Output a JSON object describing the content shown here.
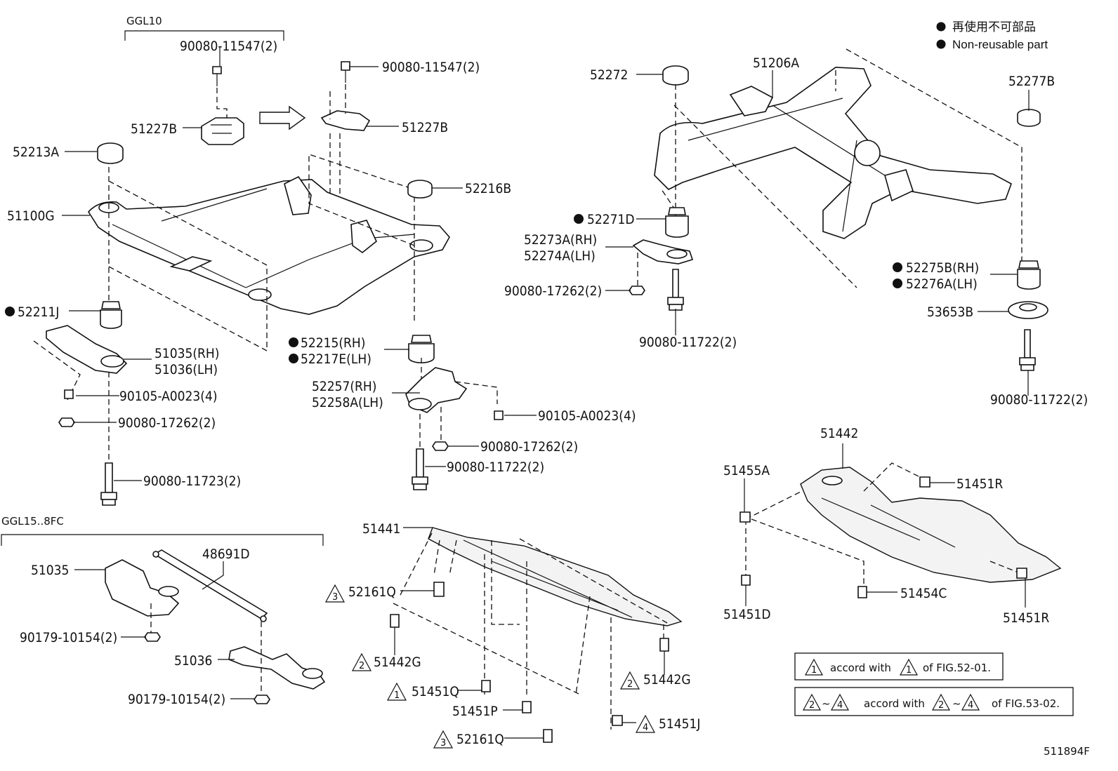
{
  "legend": {
    "jp": "再使用不可部品",
    "en": "Non-reusable part"
  },
  "groups": {
    "ggl10": "GGL10",
    "ggl15": "GGL15..8FC"
  },
  "figure_id": "511894F",
  "notes": {
    "tri1_num": "1",
    "note1_a": "accord with",
    "note1_b": "of FIG.52-01.",
    "tri2_num": "2",
    "tri4_num": "4",
    "tilde": "~",
    "note2_a": "accord with",
    "note2_b": "of FIG.53-02."
  },
  "tri_nums": {
    "t3": "3",
    "t2": "2",
    "t1": "1",
    "t4": "4"
  },
  "parts": {
    "p90080_11547_a": "90080-11547(2)",
    "p51227B_a": "51227B",
    "p90080_11547_b": "90080-11547(2)",
    "p51227B_b": "51227B",
    "p52213A": "52213A",
    "p51100G": "51100G",
    "p52216B": "52216B",
    "p52211J": "52211J",
    "p51035RH": "51035(RH)",
    "p51036LH": "51036(LH)",
    "p90105_A0023_a": "90105-A0023(4)",
    "p90080_17262_a": "90080-17262(2)",
    "p90080_11723": "90080-11723(2)",
    "p52215RH": "52215(RH)",
    "p52217ELH": "52217E(LH)",
    "p52257RH": "52257(RH)",
    "p52258ALH": "52258A(LH)",
    "p90105_A0023_b": "90105-A0023(4)",
    "p90080_17262_b": "90080-17262(2)",
    "p90080_11722_a": "90080-11722(2)",
    "p52272": "52272",
    "p51206A": "51206A",
    "p52277B": "52277B",
    "p52271D": "52271D",
    "p52273ARH": "52273A(RH)",
    "p52274ALH": "52274A(LH)",
    "p90080_17262_c": "90080-17262(2)",
    "p90080_11722_b": "90080-11722(2)",
    "p52275BRH": "52275B(RH)",
    "p52276ALH": "52276A(LH)",
    "p53653B": "53653B",
    "p90080_11722_c": "90080-11722(2)",
    "p51035": "51035",
    "p48691D": "48691D",
    "p90179_10154_a": "90179-10154(2)",
    "p51036": "51036",
    "p90179_10154_b": "90179-10154(2)",
    "p51441": "51441",
    "p52161Q_a": "52161Q",
    "p51442G_a": "51442G",
    "p51451Q": "51451Q",
    "p51451P": "51451P",
    "p52161Q_b": "52161Q",
    "p51442G_b": "51442G",
    "p51451J": "51451J",
    "p51442": "51442",
    "p51455A": "51455A",
    "p51451R_a": "51451R",
    "p51454C": "51454C",
    "p51451D": "51451D",
    "p51451R_b": "51451R"
  }
}
